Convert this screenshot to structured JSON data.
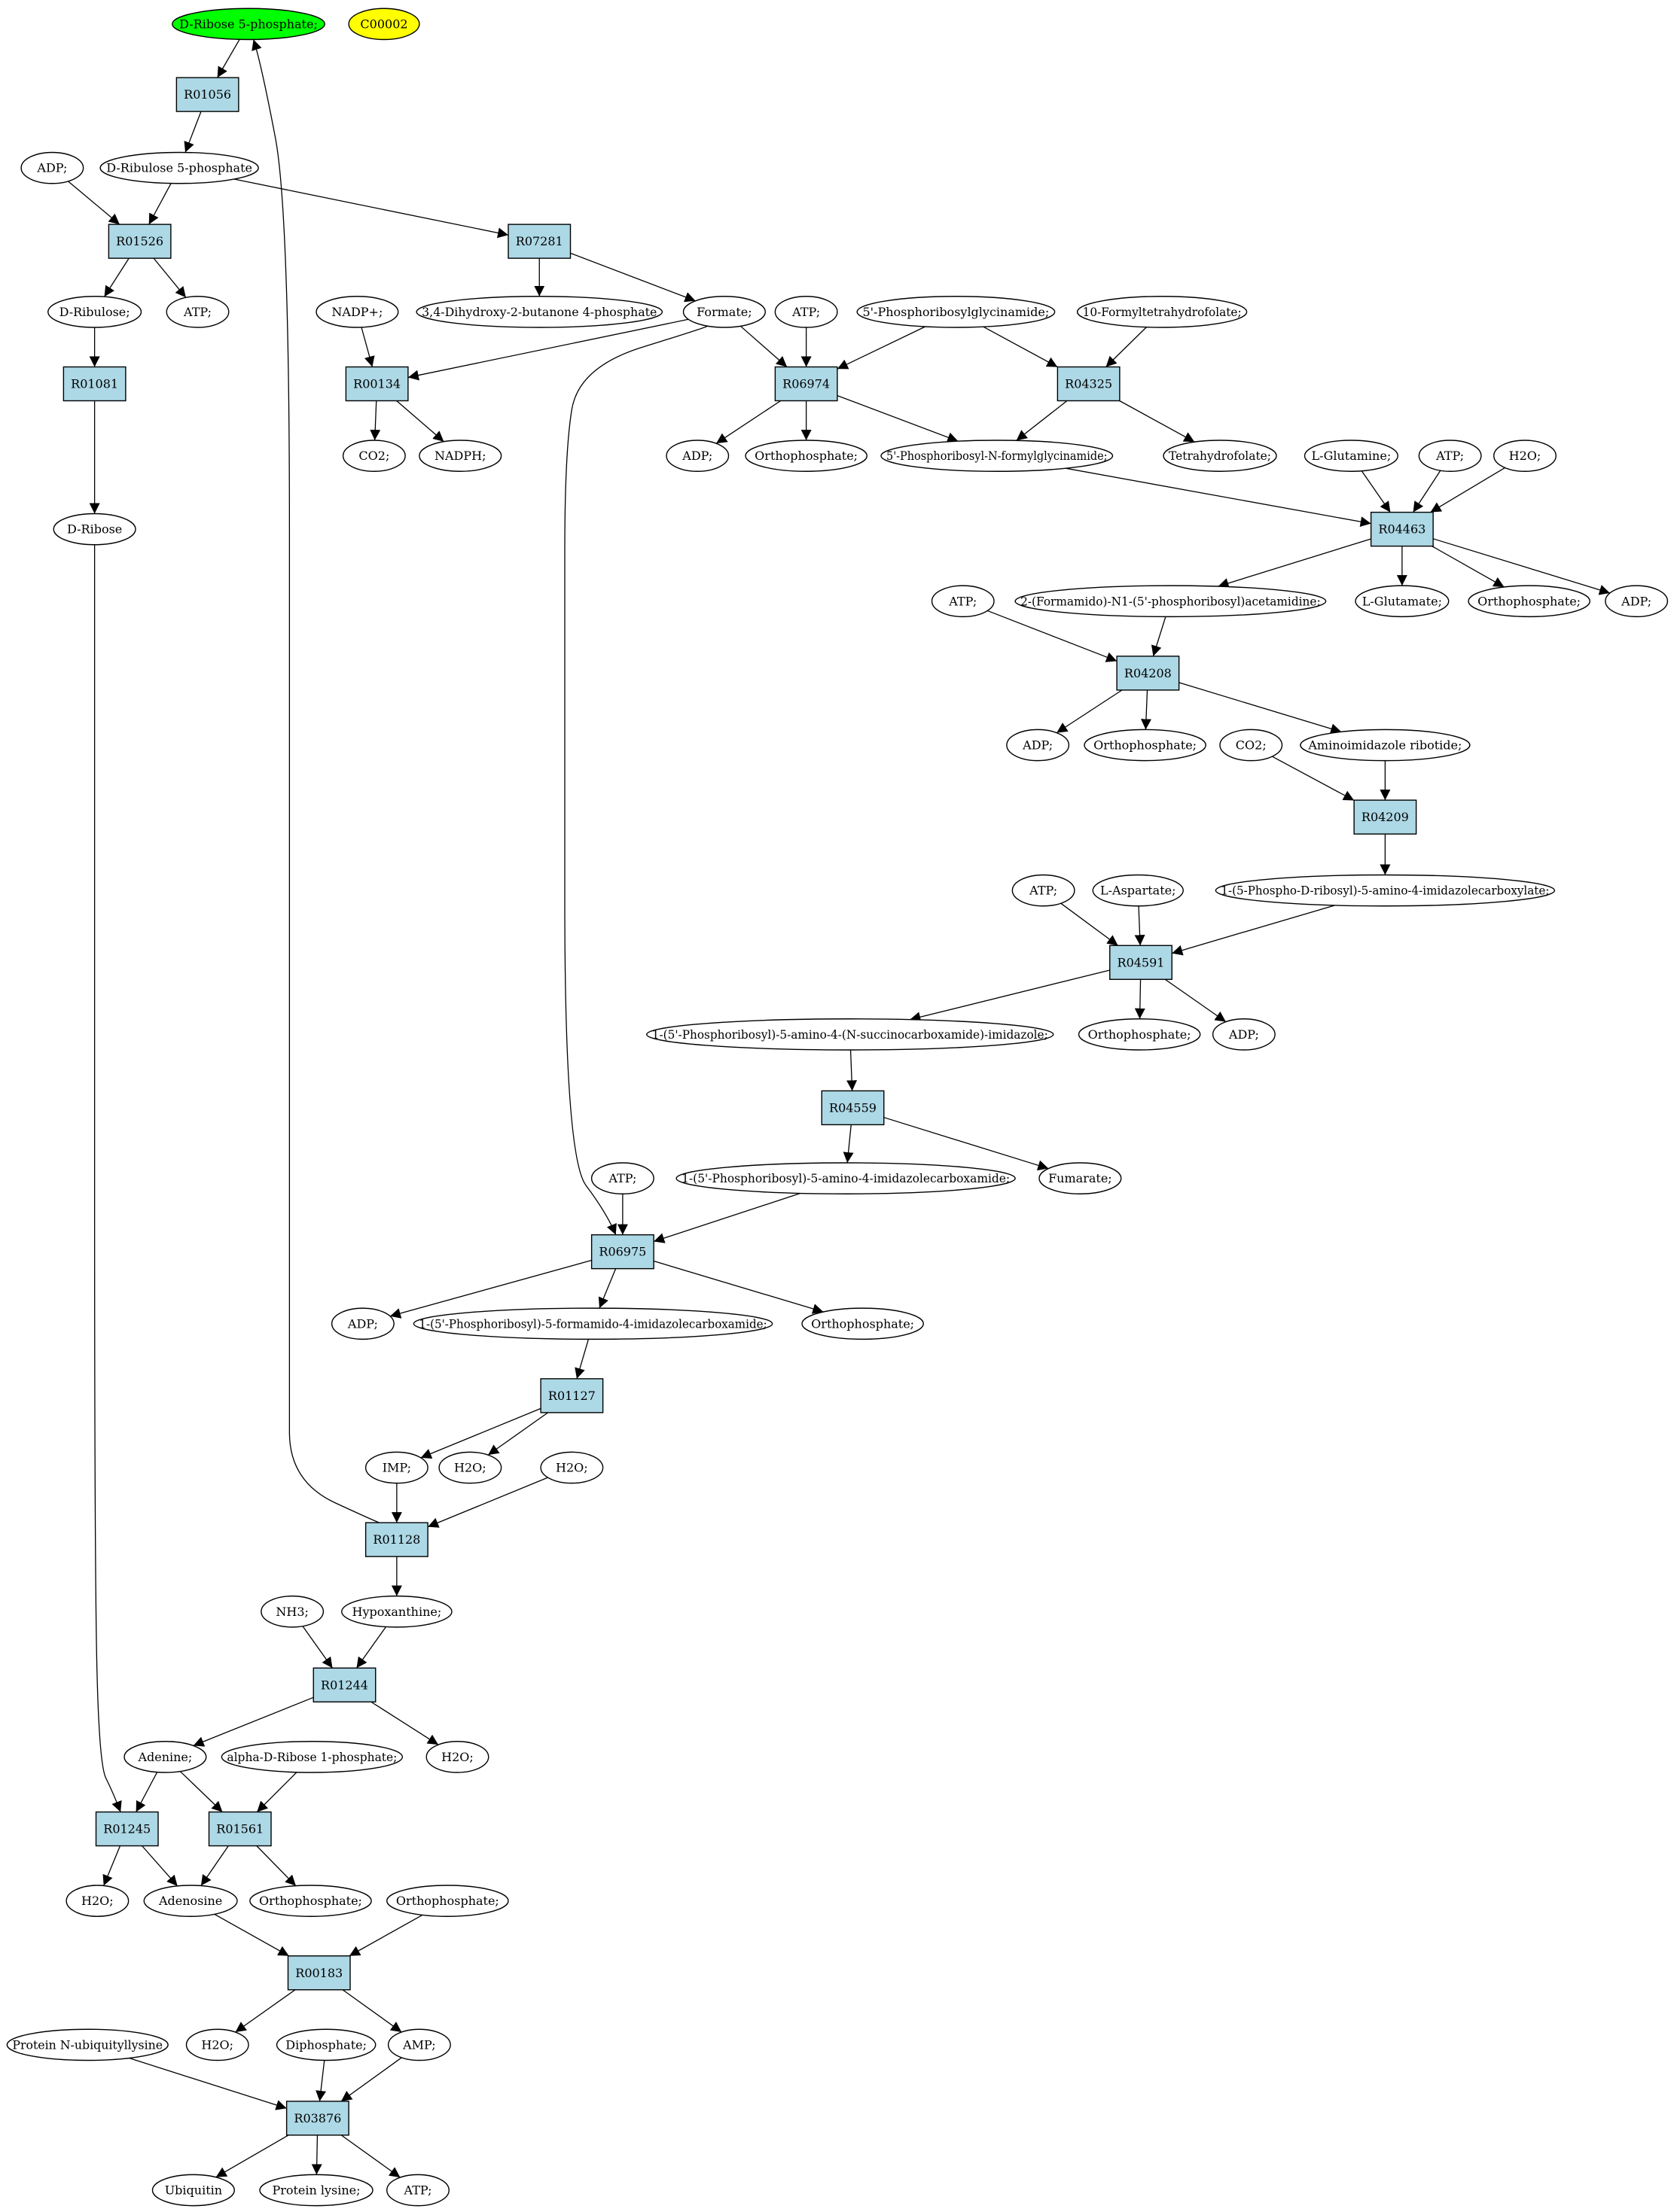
{
  "colors": {
    "reaction_fill": "#add8e6",
    "compound_fill": "#ffffff",
    "start_fill": "#00ff00",
    "legend_fill": "#ffff00",
    "edge": "#000000"
  },
  "nodes": [
    {
      "id": "c_dr5p",
      "kind": "compound",
      "label": "D-Ribose 5-phosphate;",
      "highlight": "start"
    },
    {
      "id": "c_c00002",
      "kind": "compound",
      "label": "C00002",
      "highlight": "legend"
    },
    {
      "id": "r_R01056",
      "kind": "reaction",
      "label": "R01056"
    },
    {
      "id": "c_adp1",
      "kind": "compound",
      "label": "ADP;"
    },
    {
      "id": "c_dru5p",
      "kind": "compound",
      "label": "D-Ribulose 5-phosphate"
    },
    {
      "id": "r_R01526",
      "kind": "reaction",
      "label": "R01526"
    },
    {
      "id": "r_R07281",
      "kind": "reaction",
      "label": "R07281"
    },
    {
      "id": "c_dribulose",
      "kind": "compound",
      "label": "D-Ribulose;"
    },
    {
      "id": "c_atp1",
      "kind": "compound",
      "label": "ATP;"
    },
    {
      "id": "c_nadp",
      "kind": "compound",
      "label": "NADP+;"
    },
    {
      "id": "c_dhbp",
      "kind": "compound",
      "label": "3,4-Dihydroxy-2-butanone 4-phosphate"
    },
    {
      "id": "c_formate",
      "kind": "compound",
      "label": "Formate;"
    },
    {
      "id": "c_atp2",
      "kind": "compound",
      "label": "ATP;"
    },
    {
      "id": "c_gar",
      "kind": "compound",
      "label": "5'-Phosphoribosylglycinamide;"
    },
    {
      "id": "c_10fthf",
      "kind": "compound",
      "label": "10-Formyltetrahydrofolate;"
    },
    {
      "id": "r_R01081",
      "kind": "reaction",
      "label": "R01081"
    },
    {
      "id": "r_R00134",
      "kind": "reaction",
      "label": "R00134"
    },
    {
      "id": "r_R06974",
      "kind": "reaction",
      "label": "R06974"
    },
    {
      "id": "r_R04325",
      "kind": "reaction",
      "label": "R04325"
    },
    {
      "id": "c_co2a",
      "kind": "compound",
      "label": "CO2;"
    },
    {
      "id": "c_nadph",
      "kind": "compound",
      "label": "NADPH;"
    },
    {
      "id": "c_adp2",
      "kind": "compound",
      "label": "ADP;"
    },
    {
      "id": "c_pi1",
      "kind": "compound",
      "label": "Orthophosphate;"
    },
    {
      "id": "c_fgar",
      "kind": "compound",
      "label": "5'-Phosphoribosyl-N-formylglycinamide;"
    },
    {
      "id": "c_thf",
      "kind": "compound",
      "label": "Tetrahydrofolate;"
    },
    {
      "id": "c_lgln",
      "kind": "compound",
      "label": "L-Glutamine;"
    },
    {
      "id": "c_atp3",
      "kind": "compound",
      "label": "ATP;"
    },
    {
      "id": "c_h2o1",
      "kind": "compound",
      "label": "H2O;"
    },
    {
      "id": "c_dribose",
      "kind": "compound",
      "label": "D-Ribose"
    },
    {
      "id": "r_R04463",
      "kind": "reaction",
      "label": "R04463"
    },
    {
      "id": "c_fgam",
      "kind": "compound",
      "label": "2-(Formamido)-N1-(5'-phosphoribosyl)acetamidine;"
    },
    {
      "id": "c_lglu",
      "kind": "compound",
      "label": "L-Glutamate;"
    },
    {
      "id": "c_pi2",
      "kind": "compound",
      "label": "Orthophosphate;"
    },
    {
      "id": "c_adp3",
      "kind": "compound",
      "label": "ADP;"
    },
    {
      "id": "c_atp4",
      "kind": "compound",
      "label": "ATP;"
    },
    {
      "id": "r_R04208",
      "kind": "reaction",
      "label": "R04208"
    },
    {
      "id": "c_adp4",
      "kind": "compound",
      "label": "ADP;"
    },
    {
      "id": "c_pi3",
      "kind": "compound",
      "label": "Orthophosphate;"
    },
    {
      "id": "c_co2b",
      "kind": "compound",
      "label": "CO2;"
    },
    {
      "id": "c_air",
      "kind": "compound",
      "label": "Aminoimidazole ribotide;"
    },
    {
      "id": "r_R04209",
      "kind": "reaction",
      "label": "R04209"
    },
    {
      "id": "c_atp5",
      "kind": "compound",
      "label": "ATP;"
    },
    {
      "id": "c_lasp",
      "kind": "compound",
      "label": "L-Aspartate;"
    },
    {
      "id": "c_cair",
      "kind": "compound",
      "label": "1-(5-Phospho-D-ribosyl)-5-amino-4-imidazolecarboxylate;"
    },
    {
      "id": "r_R04591",
      "kind": "reaction",
      "label": "R04591"
    },
    {
      "id": "c_saicar",
      "kind": "compound",
      "label": "1-(5'-Phosphoribosyl)-5-amino-4-(N-succinocarboxamide)-imidazole;"
    },
    {
      "id": "c_pi4",
      "kind": "compound",
      "label": "Orthophosphate;"
    },
    {
      "id": "c_adp5",
      "kind": "compound",
      "label": "ADP;"
    },
    {
      "id": "r_R04559",
      "kind": "reaction",
      "label": "R04559"
    },
    {
      "id": "c_atp6",
      "kind": "compound",
      "label": "ATP;"
    },
    {
      "id": "c_aicar",
      "kind": "compound",
      "label": "1-(5'-Phosphoribosyl)-5-amino-4-imidazolecarboxamide;"
    },
    {
      "id": "c_fumarate",
      "kind": "compound",
      "label": "Fumarate;"
    },
    {
      "id": "r_R06975",
      "kind": "reaction",
      "label": "R06975"
    },
    {
      "id": "c_adp6",
      "kind": "compound",
      "label": "ADP;"
    },
    {
      "id": "c_faicar",
      "kind": "compound",
      "label": "1-(5'-Phosphoribosyl)-5-formamido-4-imidazolecarboxamide;"
    },
    {
      "id": "c_pi5",
      "kind": "compound",
      "label": "Orthophosphate;"
    },
    {
      "id": "r_R01127",
      "kind": "reaction",
      "label": "R01127"
    },
    {
      "id": "c_imp",
      "kind": "compound",
      "label": "IMP;"
    },
    {
      "id": "c_h2o2",
      "kind": "compound",
      "label": "H2O;"
    },
    {
      "id": "c_h2o3",
      "kind": "compound",
      "label": "H2O;"
    },
    {
      "id": "r_R01128",
      "kind": "reaction",
      "label": "R01128"
    },
    {
      "id": "c_nh3",
      "kind": "compound",
      "label": "NH3;"
    },
    {
      "id": "c_hypox",
      "kind": "compound",
      "label": "Hypoxanthine;"
    },
    {
      "id": "r_R01244",
      "kind": "reaction",
      "label": "R01244"
    },
    {
      "id": "c_adenine",
      "kind": "compound",
      "label": "Adenine;"
    },
    {
      "id": "c_ar1p",
      "kind": "compound",
      "label": "alpha-D-Ribose 1-phosphate;"
    },
    {
      "id": "c_h2o4",
      "kind": "compound",
      "label": "H2O;"
    },
    {
      "id": "r_R01245",
      "kind": "reaction",
      "label": "R01245"
    },
    {
      "id": "r_R01561",
      "kind": "reaction",
      "label": "R01561"
    },
    {
      "id": "c_h2o5",
      "kind": "compound",
      "label": "H2O;"
    },
    {
      "id": "c_adenosine",
      "kind": "compound",
      "label": "Adenosine"
    },
    {
      "id": "c_pi6",
      "kind": "compound",
      "label": "Orthophosphate;"
    },
    {
      "id": "c_pi7",
      "kind": "compound",
      "label": "Orthophosphate;"
    },
    {
      "id": "r_R00183",
      "kind": "reaction",
      "label": "R00183"
    },
    {
      "id": "c_pnul",
      "kind": "compound",
      "label": "Protein N-ubiquityllysine"
    },
    {
      "id": "c_h2o6",
      "kind": "compound",
      "label": "H2O;"
    },
    {
      "id": "c_ppi",
      "kind": "compound",
      "label": "Diphosphate;"
    },
    {
      "id": "c_amp",
      "kind": "compound",
      "label": "AMP;"
    },
    {
      "id": "r_R03876",
      "kind": "reaction",
      "label": "R03876"
    },
    {
      "id": "c_ubiquitin",
      "kind": "compound",
      "label": "Ubiquitin"
    },
    {
      "id": "c_plys",
      "kind": "compound",
      "label": "Protein lysine;"
    },
    {
      "id": "c_atp7",
      "kind": "compound",
      "label": "ATP;"
    }
  ],
  "edges": [
    [
      "c_dr5p",
      "r_R01056"
    ],
    [
      "r_R01056",
      "c_dru5p"
    ],
    [
      "c_adp1",
      "r_R01526"
    ],
    [
      "c_dru5p",
      "r_R01526"
    ],
    [
      "c_dru5p",
      "r_R07281"
    ],
    [
      "r_R01526",
      "c_dribulose"
    ],
    [
      "r_R01526",
      "c_atp1"
    ],
    [
      "r_R07281",
      "c_dhbp"
    ],
    [
      "r_R07281",
      "c_formate"
    ],
    [
      "c_dribulose",
      "r_R01081"
    ],
    [
      "r_R01081",
      "c_dribose"
    ],
    [
      "c_nadp",
      "r_R00134"
    ],
    [
      "c_formate",
      "r_R00134"
    ],
    [
      "r_R00134",
      "c_co2a"
    ],
    [
      "r_R00134",
      "c_nadph"
    ],
    [
      "c_formate",
      "r_R06974"
    ],
    [
      "c_atp2",
      "r_R06974"
    ],
    [
      "c_gar",
      "r_R06974"
    ],
    [
      "c_gar",
      "r_R04325"
    ],
    [
      "c_10fthf",
      "r_R04325"
    ],
    [
      "r_R06974",
      "c_adp2"
    ],
    [
      "r_R06974",
      "c_pi1"
    ],
    [
      "r_R06974",
      "c_fgar"
    ],
    [
      "r_R04325",
      "c_fgar"
    ],
    [
      "r_R04325",
      "c_thf"
    ],
    [
      "c_fgar",
      "r_R04463"
    ],
    [
      "c_lgln",
      "r_R04463"
    ],
    [
      "c_atp3",
      "r_R04463"
    ],
    [
      "c_h2o1",
      "r_R04463"
    ],
    [
      "r_R04463",
      "c_fgam"
    ],
    [
      "r_R04463",
      "c_lglu"
    ],
    [
      "r_R04463",
      "c_pi2"
    ],
    [
      "r_R04463",
      "c_adp3"
    ],
    [
      "c_atp4",
      "r_R04208"
    ],
    [
      "c_fgam",
      "r_R04208"
    ],
    [
      "r_R04208",
      "c_adp4"
    ],
    [
      "r_R04208",
      "c_pi3"
    ],
    [
      "r_R04208",
      "c_air"
    ],
    [
      "c_co2b",
      "r_R04209"
    ],
    [
      "c_air",
      "r_R04209"
    ],
    [
      "r_R04209",
      "c_cair"
    ],
    [
      "c_atp5",
      "r_R04591"
    ],
    [
      "c_lasp",
      "r_R04591"
    ],
    [
      "c_cair",
      "r_R04591"
    ],
    [
      "r_R04591",
      "c_saicar"
    ],
    [
      "r_R04591",
      "c_pi4"
    ],
    [
      "r_R04591",
      "c_adp5"
    ],
    [
      "c_saicar",
      "r_R04559"
    ],
    [
      "r_R04559",
      "c_aicar"
    ],
    [
      "r_R04559",
      "c_fumarate"
    ],
    [
      "c_formate",
      "r_R06975"
    ],
    [
      "c_atp6",
      "r_R06975"
    ],
    [
      "c_aicar",
      "r_R06975"
    ],
    [
      "r_R06975",
      "c_adp6"
    ],
    [
      "r_R06975",
      "c_faicar"
    ],
    [
      "r_R06975",
      "c_pi5"
    ],
    [
      "c_faicar",
      "r_R01127"
    ],
    [
      "r_R01127",
      "c_imp"
    ],
    [
      "r_R01127",
      "c_h2o2"
    ],
    [
      "c_imp",
      "r_R01128"
    ],
    [
      "c_h2o3",
      "r_R01128"
    ],
    [
      "r_R01128",
      "c_dr5p"
    ],
    [
      "r_R01128",
      "c_hypox"
    ],
    [
      "c_nh3",
      "r_R01244"
    ],
    [
      "c_hypox",
      "r_R01244"
    ],
    [
      "r_R01244",
      "c_adenine"
    ],
    [
      "r_R01244",
      "c_h2o4"
    ],
    [
      "c_dribose",
      "r_R01245"
    ],
    [
      "c_adenine",
      "r_R01245"
    ],
    [
      "c_adenine",
      "r_R01561"
    ],
    [
      "c_ar1p",
      "r_R01561"
    ],
    [
      "r_R01245",
      "c_h2o5"
    ],
    [
      "r_R01245",
      "c_adenosine"
    ],
    [
      "r_R01561",
      "c_adenosine"
    ],
    [
      "r_R01561",
      "c_pi6"
    ],
    [
      "c_adenosine",
      "r_R00183"
    ],
    [
      "c_pi7",
      "r_R00183"
    ],
    [
      "r_R00183",
      "c_h2o6"
    ],
    [
      "r_R00183",
      "c_amp"
    ],
    [
      "c_pnul",
      "r_R03876"
    ],
    [
      "c_ppi",
      "r_R03876"
    ],
    [
      "c_amp",
      "r_R03876"
    ],
    [
      "r_R03876",
      "c_ubiquitin"
    ],
    [
      "r_R03876",
      "c_plys"
    ],
    [
      "r_R03876",
      "c_atp7"
    ]
  ]
}
